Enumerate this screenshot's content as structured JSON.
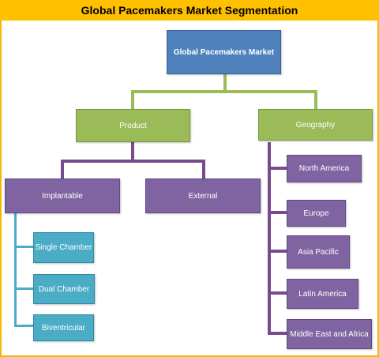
{
  "title": "Global Pacemakers Market Segmentation",
  "root": "Global Pacemakers Market",
  "level1": {
    "product": "Product",
    "geography": "Geography"
  },
  "product_children": [
    "Implantable",
    "External"
  ],
  "implantable_children": [
    "Single Chamber",
    "Dual Chamber",
    "Biventricular"
  ],
  "geography_children": [
    "North America",
    "Europe",
    "Asia Pacific",
    "Latin America",
    "Middle East and Africa"
  ],
  "colors": {
    "title_bar": "#ffc000",
    "root": "#4f81bd",
    "level1": "#9bbb59",
    "level2": "#8064a2",
    "level3": "#4bacc6"
  }
}
